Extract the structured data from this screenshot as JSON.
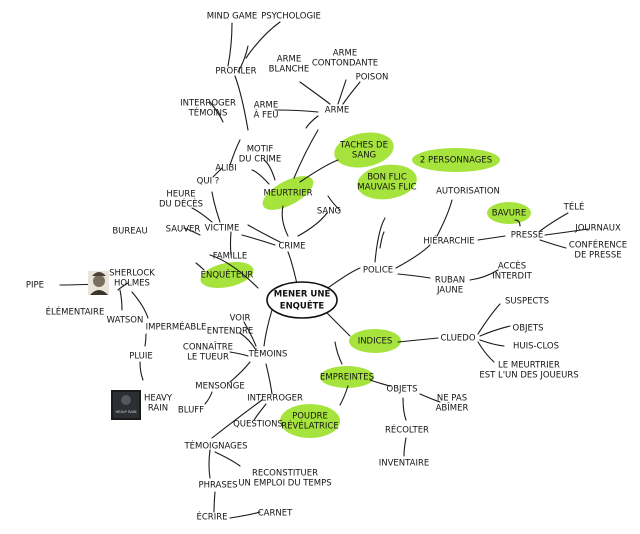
{
  "center": {
    "line1": "MENER UNE",
    "line2": "ENQUÊTE"
  },
  "nodes": {
    "mindgame": "MIND GAME",
    "psychologie": "PSYCHOLOGIE",
    "profiler": "PROFILER",
    "arme_blanche": [
      "ARME",
      "BLANCHE"
    ],
    "arme_contondante": [
      "ARME",
      "CONTONDANTE"
    ],
    "poison": "POISON",
    "arme_a_feu": [
      "ARME",
      "À FEU"
    ],
    "arme": "ARME",
    "interroger_temoins": [
      "INTERROGER",
      "TÉMOINS"
    ],
    "motif": [
      "MOTIF",
      "DU CRIME"
    ],
    "taches_de_sang": [
      "TACHES DE",
      "SANG"
    ],
    "alibi": "ALIBI",
    "qui": "QUI ?",
    "meurtrier": "MEURTRIER",
    "sang": "SANG",
    "heure_deces": [
      "HEURE",
      "DU DÉCÈS"
    ],
    "bureau": "BUREAU",
    "sauver": "SAUVER",
    "victime": "VICTIME",
    "famille": "FAMILLE",
    "crime": "CRIME",
    "deux_personnages": "2 PERSONNAGES",
    "bon_flic": [
      "BON FLIC",
      "MAUVAIS FLIC"
    ],
    "autorisation": "AUTORISATION",
    "bavure": "BAVURE",
    "tele": "TÉLÉ",
    "journaux": "JOURNAUX",
    "hierarchie": "HIÉRARCHIE",
    "presse": "PRESSE",
    "conference": [
      "CONFÉRENCE",
      "DE PRESSE"
    ],
    "police": "POLICE",
    "acces_interdit": [
      "ACCÈS",
      "INTERDIT"
    ],
    "ruban_jaune": [
      "RUBAN",
      "JAUNE"
    ],
    "pipe": "PIPE",
    "sherlock": [
      "SHERLOCK",
      "HOLMES"
    ],
    "enqueteur": "ENQUÊTEUR",
    "elementaire": "ÉLÉMENTAIRE",
    "watson": "WATSON",
    "impermeable": "IMPERMÉABLE",
    "pluie": "PLUIE",
    "heavy_rain": [
      "HEAVY",
      "RAIN"
    ],
    "voir": "VOIR",
    "entendre": "ENTENDRE",
    "connaitre_tueur": [
      "CONNAÎTRE",
      "LE TUEUR"
    ],
    "temoins": "TÉMOINS",
    "mensonge": "MENSONGE",
    "bluff": "BLUFF",
    "interroger": "INTERROGER",
    "questions": "QUESTIONS",
    "poudre": [
      "POUDRE",
      "RÉVÉLATRICE"
    ],
    "temoignages": "TÉMOIGNAGES",
    "reconstituer": [
      "RECONSTITUER",
      "UN EMPLOI DU TEMPS"
    ],
    "phrases": "PHRASES",
    "ecrire": "ÉCRIRE",
    "carnet": "CARNET",
    "indices": "INDICES",
    "empreintes": "EMPREINTES",
    "objets": "OBJETS",
    "ne_pas_abimer": [
      "NE PAS",
      "ABÎMER"
    ],
    "recolter": "RÉCOLTER",
    "inventaire": "INVENTAIRE",
    "cluedo": "CLUEDO",
    "suspects": "SUSPECTS",
    "objets2": "OBJETS",
    "huis_clos": "HUIS-CLOS",
    "meurtrier_joueurs": [
      "LE MEURTRIER",
      "EST L'UN DES JOUEURS"
    ]
  },
  "images": {
    "sherlock_portrait": "sherlock-portrait-icon",
    "heavy_rain_cover": "HEAVY RAIN"
  },
  "colors": {
    "highlight": "#a6e33d",
    "ink": "#141414"
  }
}
